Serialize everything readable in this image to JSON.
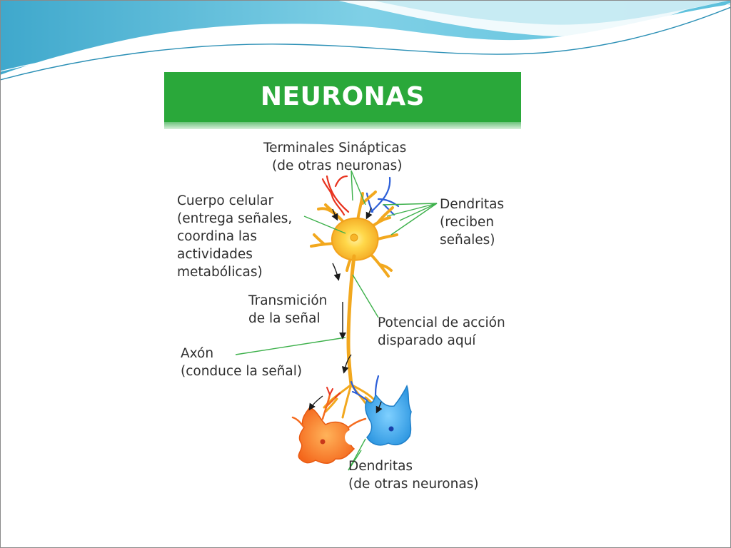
{
  "slide": {
    "colors": {
      "background": "#ffffff",
      "accent_teal": "#3aa6c9",
      "accent_light": "#b9e6f0",
      "title_bar": "#2aa83a"
    }
  },
  "figure": {
    "title": "NEURONAS",
    "labels": {
      "terminales": {
        "line1": "Terminales Sinápticas",
        "line2": "(de otras neuronas)"
      },
      "cuerpo": {
        "line1": "Cuerpo celular",
        "line2": "(entrega señales,",
        "line3": "coordina las",
        "line4": "actividades",
        "line5": "metabólicas)"
      },
      "dendritas_top": {
        "line1": "Dendritas",
        "line2": "(reciben",
        "line3": "señales)"
      },
      "transmision": {
        "line1": "Transmición",
        "line2": "de la señal"
      },
      "potencial": {
        "line1": "Potencial de acción",
        "line2": "disparado aquí"
      },
      "axon": {
        "line1": "Axón",
        "line2": "(conduce la señal)"
      },
      "dendritas_bottom": {
        "line1": "Dendritas",
        "line2": "(de otras neuronas)"
      }
    },
    "colors": {
      "neuron_main": "#f2a81e",
      "neuron_core": "#ffd84a",
      "neuron_orange": "#f56b1e",
      "neuron_blue": "#2f9be3",
      "input_red": "#e8321e",
      "input_blue": "#2c5fd8",
      "leader_line": "#3cb04a",
      "text": "#2f2f2f"
    }
  }
}
